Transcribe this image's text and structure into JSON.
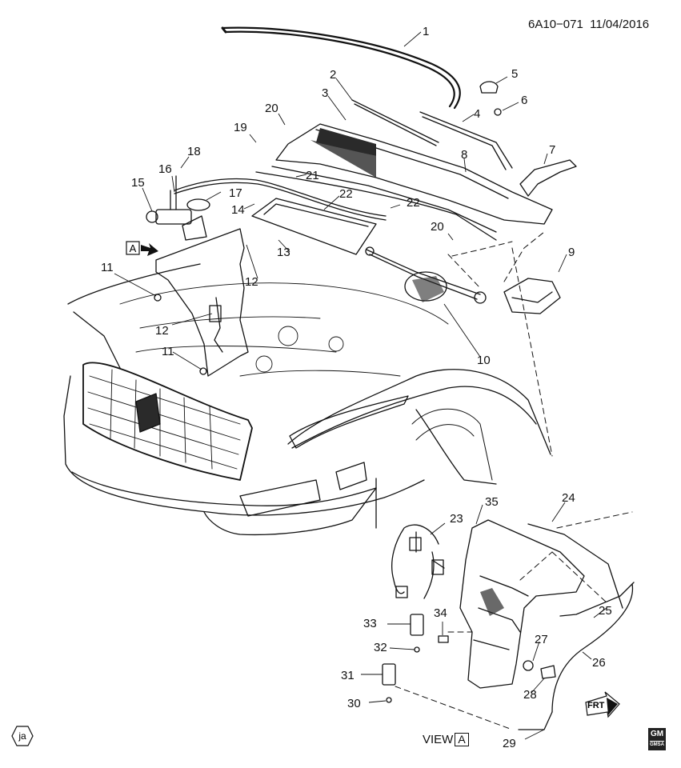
{
  "header": {
    "code": "6A10−071",
    "date": "11/04/2016"
  },
  "callouts": [
    {
      "n": "1"
    },
    {
      "n": "2"
    },
    {
      "n": "3"
    },
    {
      "n": "4"
    },
    {
      "n": "5"
    },
    {
      "n": "6"
    },
    {
      "n": "7"
    },
    {
      "n": "8"
    },
    {
      "n": "9"
    },
    {
      "n": "10"
    },
    {
      "n": "11"
    },
    {
      "n": "11"
    },
    {
      "n": "12"
    },
    {
      "n": "12"
    },
    {
      "n": "13"
    },
    {
      "n": "14"
    },
    {
      "n": "15"
    },
    {
      "n": "16"
    },
    {
      "n": "17"
    },
    {
      "n": "18"
    },
    {
      "n": "19"
    },
    {
      "n": "20"
    },
    {
      "n": "20"
    },
    {
      "n": "21"
    },
    {
      "n": "22"
    },
    {
      "n": "22"
    },
    {
      "n": "23"
    },
    {
      "n": "24"
    },
    {
      "n": "25"
    },
    {
      "n": "26"
    },
    {
      "n": "27"
    },
    {
      "n": "28"
    },
    {
      "n": "29"
    },
    {
      "n": "30"
    },
    {
      "n": "31"
    },
    {
      "n": "32"
    },
    {
      "n": "33"
    },
    {
      "n": "34"
    },
    {
      "n": "35"
    }
  ],
  "view_marker": {
    "letter": "A"
  },
  "view_label": {
    "text": "VIEW",
    "letter": "A"
  },
  "front_arrow": {
    "text": "FRT"
  },
  "artist_mark": "ja",
  "logo": {
    "brand": "GM",
    "sub": "GMSA"
  },
  "colors": {
    "line": "#111111",
    "fill": "#ffffff",
    "shade": "#2a2a2a"
  }
}
